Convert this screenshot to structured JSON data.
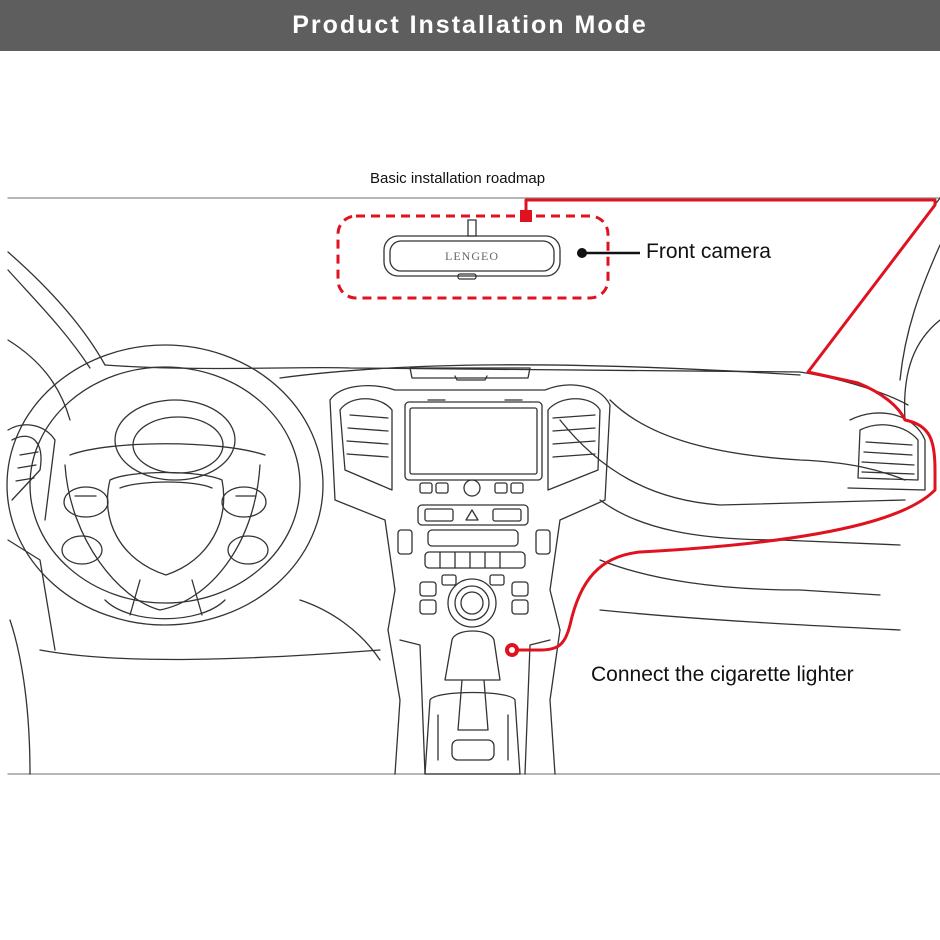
{
  "header": {
    "title": "Product Installation Mode"
  },
  "diagram": {
    "caption": "Basic installation roadmap",
    "mirror_brand": "LENGEO",
    "callouts": {
      "front_camera": "Front camera",
      "cigarette_lighter": "Connect the cigarette lighter"
    }
  },
  "colors": {
    "header_bg": "#5e5e5e",
    "header_text": "#ffffff",
    "wire_route": "#e0121f",
    "line_art": "#333333",
    "pointer_dot": "#111111"
  },
  "icons": [
    "car-dashboard-illustration",
    "rearview-mirror-camera",
    "wire-route",
    "pointer-dot",
    "power-socket-dot"
  ]
}
